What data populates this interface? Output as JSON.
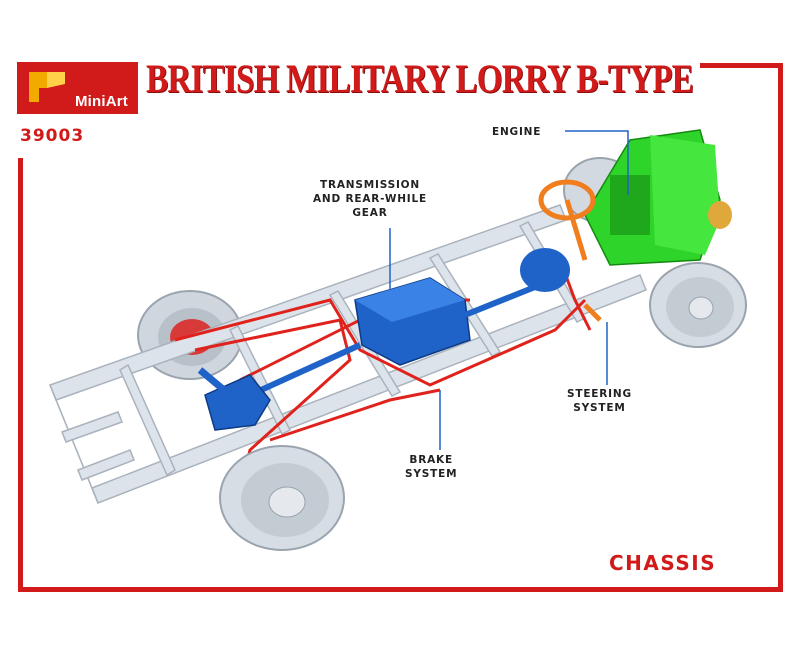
{
  "header": {
    "brand": "MiniArt",
    "title": "BRITISH MILITARY LORRY B-TYPE",
    "kit_number": "39003"
  },
  "callouts": {
    "engine": [
      "ENGINE"
    ],
    "transmission": [
      "TRANSMISSION",
      "AND REAR-WHILE",
      "GEAR"
    ],
    "steering": [
      "STEERING",
      "SYSTEM"
    ],
    "brake": [
      "BRAKE",
      "SYSTEM"
    ]
  },
  "section_title": "CHASSIS",
  "colors": {
    "brand_red": "#d11a1a",
    "chassis": "#dde3ea",
    "engine": "#2fd42a",
    "transmission": "#1f63c9",
    "brake": "#e0221c",
    "steering": "#f07d1e"
  }
}
